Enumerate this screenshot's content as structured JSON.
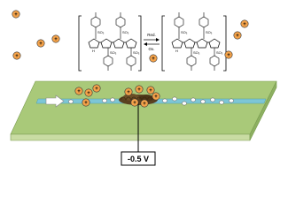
{
  "figure": {
    "polymer_left": {
      "group_labels": [
        "SO₃",
        "SO₃",
        "SO₃",
        "SO₃"
      ],
      "nh_label": "H"
    },
    "polymer_right": {
      "group_labels": [
        "SO₃",
        "SO₃",
        "SO₃",
        "SO₃"
      ],
      "nh_label": "H"
    },
    "arrow": {
      "top_label": "Red.",
      "bottom_label": "Ox."
    },
    "ion_symbol": "+",
    "channel": {
      "flow_direction": "right"
    },
    "voltage": {
      "label": "-0.5 V"
    },
    "colors": {
      "ion_fill": "#f5a34a",
      "ion_stroke": "#333333",
      "slab_top": "#a9c979",
      "slab_front": "#c9dca3",
      "slab_side": "#8db061",
      "channel": "#7dc6d6",
      "flow_arrow": "#ffffff",
      "deposit": "#5a4020"
    }
  }
}
